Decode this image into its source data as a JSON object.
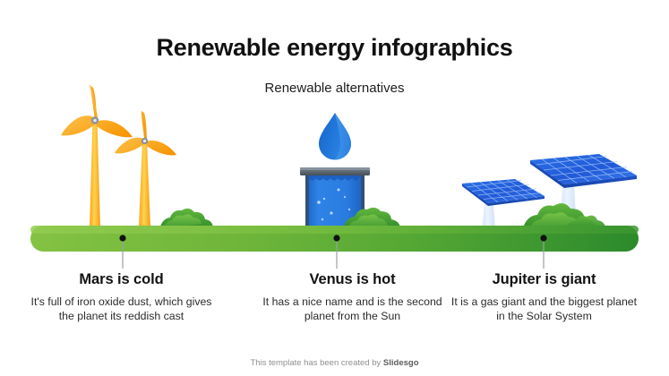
{
  "header": {
    "title": "Renewable energy infographics",
    "subtitle": "Renewable alternatives"
  },
  "items": [
    {
      "icon": "wind-turbine-icon",
      "title": "Mars is cold",
      "body": "It's full of iron oxide dust, which gives the planet its reddish cast"
    },
    {
      "icon": "water-drop-icon",
      "title": "Venus is hot",
      "body": "It has a nice name and is the second planet from the Sun"
    },
    {
      "icon": "solar-panel-icon",
      "title": "Jupiter is giant",
      "body": "It is a gas giant and the biggest planet in the Solar System"
    }
  ],
  "footer": {
    "text": "This template has been created by ",
    "brand": "Slidesgo"
  },
  "colors": {
    "turbine_orange": "#F9A11B",
    "turbine_tower": "#FDC72F",
    "water_blue": "#2979D8",
    "drop_blue": "#1F6FD0",
    "panel_blue": "#1F62D8",
    "ground_green_light": "#7DBE3F",
    "ground_green_dark": "#2E8B2E",
    "bush_green": "#4FA83D",
    "title_black": "#111111",
    "footer_grey": "#8f8f8f"
  }
}
